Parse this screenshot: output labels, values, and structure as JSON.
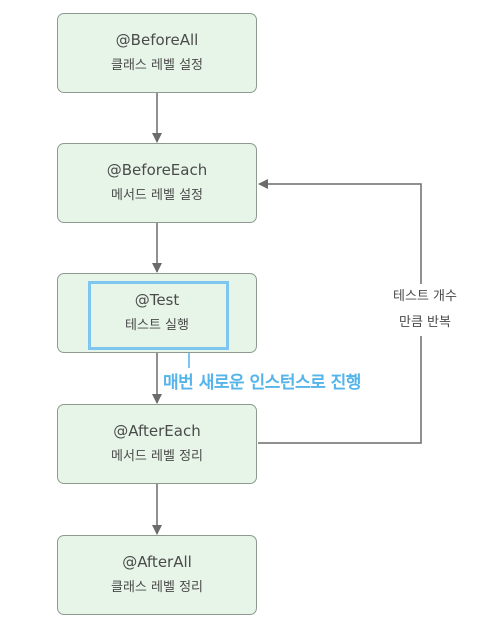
{
  "nodes": [
    {
      "title": "@BeforeAll",
      "desc": "클래스 레벨 설정"
    },
    {
      "title": "@BeforeEach",
      "desc": "메서드 레벨 설정"
    },
    {
      "title": "@Test",
      "desc": "테스트 실행"
    },
    {
      "title": "@AfterEach",
      "desc": "메서드 레벨 정리"
    },
    {
      "title": "@AfterAll",
      "desc": "클래스 레벨 정리"
    }
  ],
  "loop_label": {
    "line1": "테스트 개수",
    "line2": "만큼 반복"
  },
  "callout": "매번 새로운 인스턴스로 진행",
  "colors": {
    "node_fill": "#e7f5e8",
    "node_border": "#8e9a8f",
    "arrow": "#6b6b6b",
    "highlight": "#7ec6ef",
    "callout_text": "#55b4ea"
  }
}
